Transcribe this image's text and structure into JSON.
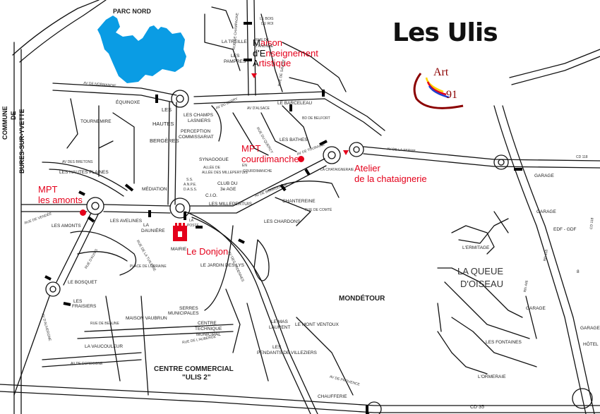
{
  "title": "Les Ulis",
  "logo": {
    "line1": "Art",
    "line2": "91"
  },
  "commune": {
    "line1": "COMMUNE",
    "line2": "DE",
    "line3": "BURES-SUR-YVETTE"
  },
  "venues": {
    "maison": [
      "M",
      "aison",
      "d'E",
      "nseignement",
      "A",
      "rtistique"
    ],
    "mpt_courdimanche": [
      "MPT",
      "courdimanche"
    ],
    "atelier": [
      "Atelier",
      "de la chataignerie"
    ],
    "mpt_amonts": [
      "MPT",
      "les amonts"
    ],
    "donjon": "Le Donjon"
  },
  "places": {
    "parc_nord": "PARC NORD",
    "mondetour": "MONDÉTOUR",
    "queue_oiseau_1": "LA QUEUE",
    "queue_oiseau_2": "D'OISEAU",
    "centre_commercial_1": "CENTRE COMMERCIAL",
    "centre_commercial_2": "\"ULIS 2\"",
    "equinoxe": "ÉQUINOXE",
    "tournemire": "TOURNEMIRE",
    "hautes_1": "LES",
    "hautes_2": "HAUTES",
    "hautes_3": "BERGÈRES",
    "champs_lasniers_1": "LES CHAMPS",
    "champs_lasniers_2": "LASNIERS",
    "perception_1": "PERCEPTION",
    "perception_2": "COMMISSARIAT",
    "synagogue": "SYNAGOGUE",
    "en_courdimanche": "EN",
    "courdimanche": "COURDIMANCHE",
    "club_1": "CLUB DU",
    "club_2": "3e AGE",
    "cio": "C.I.O.",
    "ss": "S.S.",
    "anpe": "A.N.P.E.",
    "dass": "D.A.S.S.",
    "mediation": "MÉDIATION",
    "millepertuis": "LES MILLEPERTUIS",
    "poste_1": "LA",
    "poste_2": "POSTE",
    "chataigneraie": "LA CHATAIGNERAIE",
    "chantereine": "CHANTEREINE",
    "chardons": "LES CHARDONS",
    "bathes": "LES BATHES",
    "barceleau": "LE BARCELEAU",
    "bois_du_roi_1": "LE BOIS",
    "bois_du_roi_2": "DU ROI",
    "treille": "LA TREILLE",
    "pampres_1": "LES",
    "pampres_2": "PAMPRES",
    "hautes_plaines": "LES HAUTES PLAINES",
    "amonts": "LES AMONTS",
    "avelines": "LES AVELINES",
    "la_dauniere_1": "LA",
    "la_dauniere_2": "DAUNIÈRE",
    "mairie": "MAIRIE",
    "jardin_des_lys": "LE JARDIN DES LYS",
    "bosquet": "LE BOSQUET",
    "fraisiers_1": "LES",
    "fraisiers_2": "FRAISIERS",
    "serres_1": "SERRES",
    "serres_2": "MUNICIPALES",
    "centre_tech_1": "CENTRE",
    "centre_tech_2": "TECHNIQUE",
    "centre_tech_3": "MUNICIPAL",
    "maison_vaubrun": "MAISON VAUBRUN",
    "vaucouleur": "LA VAUCOULEUR",
    "mas_laurent_1": "LE MAS",
    "mas_laurent_2": "LAURENT",
    "mont_ventoux": "LE MONT VENTOUX",
    "pendants_1": "LES",
    "pendants_2": "PENDANTS DE VILLEZIERS",
    "chauffeerie": "CHAUFFERIE",
    "ermitage": "L'ERMITAGE",
    "fontaines": "LES FONTAINES",
    "ormeraie": "L'ORMERAIE",
    "garage_1": "GARAGE",
    "garage_2": "GARAGE",
    "garage_3": "GARAGE",
    "garage_4": "GARAGE",
    "edf": "EDF - GDF",
    "hotel": "HÔTEL"
  },
  "streets": {
    "normandie": "AV DE NORMANDIE",
    "bretons": "AV DES BRETONS",
    "champagne": "RUE DE CHAMPAGNE",
    "lanonne": "L'ANONNE",
    "rue_de": "RUE DE",
    "berry": "AV DU BERRY",
    "alsace": "AV D'ALSACE",
    "bd_belfort": "BD DE BELFORT",
    "touraine": "AV DE TOURAINE",
    "savoie": "RUE DE SAVOIE",
    "quercy": "RUE DU QUERCY",
    "bourgogne": "AV DE BOURGOGNE",
    "ferme": "AV DE LA FERME",
    "comte": "RUE DE COMTÉ",
    "lorraine": "PLACE DE LORRAINE",
    "vendee": "RUE DE VENDÉE",
    "aunis": "RUE D'AUNIS",
    "auvergne": "AV D'AUVERGNE",
    "beaune": "RUE DE BEAUNE",
    "auberge": "RUE DE L'AUBERGE",
    "dordogne": "AV DE DORDOGNE",
    "provence": "AV DE PROVENCE",
    "ardennes": "AV DES ARDENNES",
    "millepertuis_allee": "ALLÉE DES MILLEPERTUIS",
    "allee_de": "ALLÉE DE",
    "tuilerie": "RUE DE LA TUILERIE",
    "cd35": "CD 35",
    "rn118": "RN 118",
    "rn446": "RN 446",
    "cd_1": "CD 118",
    "cd_2": "CD 118",
    "num_8": "8"
  }
}
